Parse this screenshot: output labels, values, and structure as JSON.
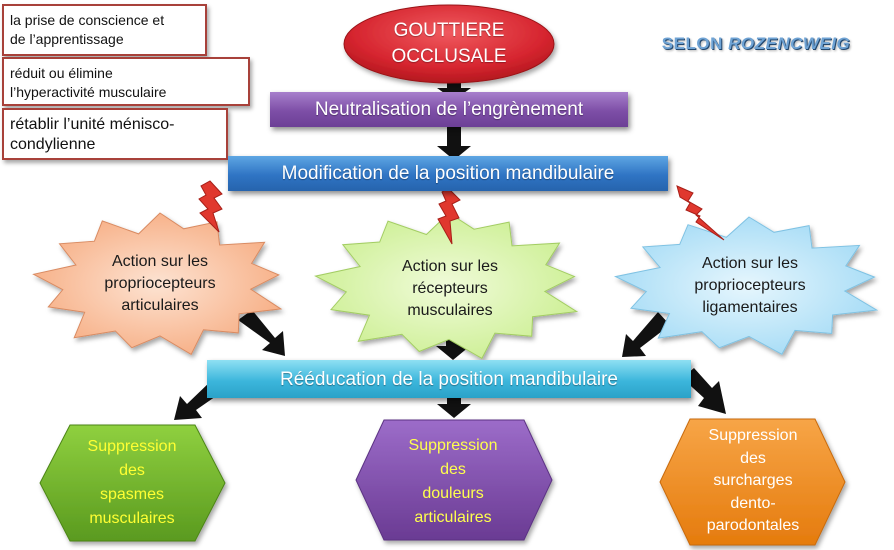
{
  "notes": [
    {
      "lines": [
        "la prise de conscience et",
        "de l’apprentissage"
      ]
    },
    {
      "lines": [
        "réduit ou élimine",
        "l’hyperactivité musculaire"
      ]
    },
    {
      "lines": [
        "rétablir l’unité ménisco-",
        "condylienne"
      ]
    }
  ],
  "top": {
    "lines": [
      "GOUTTIERE",
      "OCCLUSALE"
    ]
  },
  "attribution": {
    "prefix": "SELON ",
    "author": "ROZENCWEIG"
  },
  "bands": {
    "neutralisation": "Neutralisation de l’engrènement",
    "modification": "Modification de la position mandibulaire",
    "reeducation": "Rééducation de la position mandibulaire"
  },
  "actions": [
    {
      "lines": [
        "Action sur  les",
        "propriocepteurs",
        "articulaires"
      ]
    },
    {
      "lines": [
        "Action sur  les",
        "récepteurs",
        "musculaires"
      ]
    },
    {
      "lines": [
        "Action sur  les",
        "propriocepteurs",
        "ligamentaires"
      ]
    }
  ],
  "outcomes": [
    {
      "lines": [
        "Suppression",
        "des",
        "spasmes",
        "musculaires"
      ]
    },
    {
      "lines": [
        "Suppression",
        "des",
        "douleurs",
        "articulaires"
      ]
    },
    {
      "lines": [
        "Suppression",
        "des",
        "surcharges",
        "dento-",
        "parodontales"
      ]
    }
  ],
  "colors": {
    "ellipse": "#d6252f",
    "star_orange": "#f6a97d",
    "star_green": "#c9ee8d",
    "star_blue": "#9fd9f5",
    "hex_green": "#6fb42a",
    "hex_purple": "#7d4aa9",
    "hex_orange": "#f08a1c",
    "hex_text_green": "#ffff33",
    "hex_text_purple": "#ffff4d",
    "hex_text_orange": "#ffffff",
    "lightning": "#e0382e",
    "note_border": "#a8413a",
    "arrow": "#111111"
  }
}
